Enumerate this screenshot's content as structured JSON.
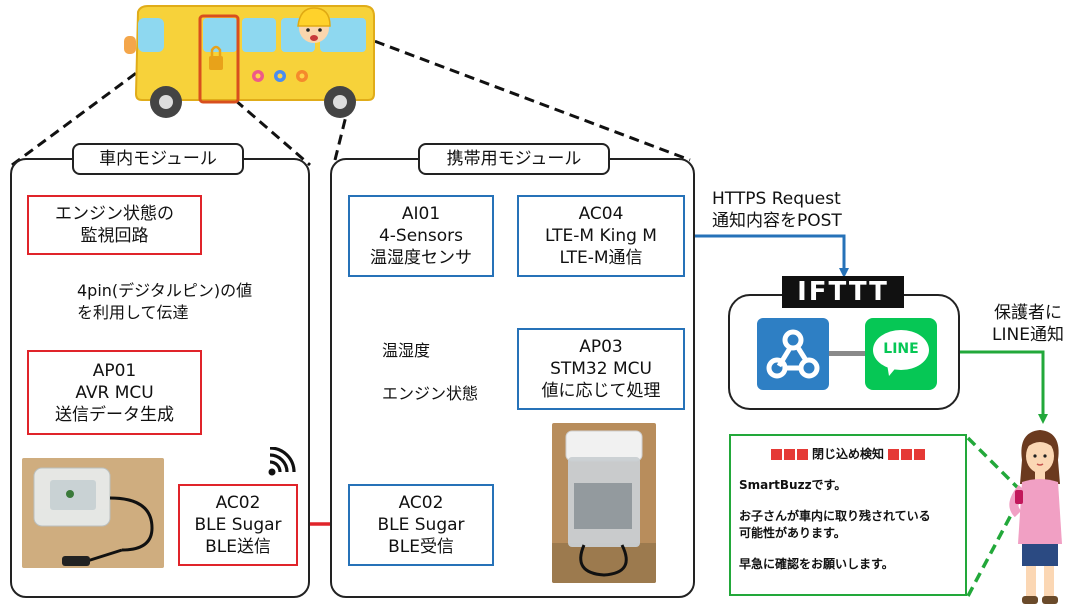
{
  "vehicle_panel": {
    "title": "車内モジュール",
    "engine_box": {
      "line1": "エンジン状態の",
      "line2": "監視回路"
    },
    "signal_label": {
      "line1": "4pin(デジタルピン)の値",
      "line2": "を利用して伝達"
    },
    "ap01": {
      "line1": "AP01",
      "line2": "AVR MCU",
      "line3": "送信データ生成"
    },
    "ac02": {
      "line1": "AC02",
      "line2": "BLE Sugar",
      "line3": "BLE送信"
    }
  },
  "portable_panel": {
    "title": "携帯用モジュール",
    "ai01": {
      "line1": "AI01",
      "line2": "4-Sensors",
      "line3": "温湿度センサ"
    },
    "ac04": {
      "line1": "AC04",
      "line2": "LTE-M King M",
      "line3": "LTE-M通信"
    },
    "ap03": {
      "line1": "AP03",
      "line2": "STM32 MCU",
      "line3": "値に応じて処理"
    },
    "ac02": {
      "line1": "AC02",
      "line2": "BLE Sugar",
      "line3": "BLE受信"
    },
    "humidity_label": "温湿度",
    "engine_label": "エンジン状態"
  },
  "https_label": {
    "line1": "HTTPS Request",
    "line2": "通知内容をPOST"
  },
  "ifttt": {
    "logo": "IFTTT",
    "line_logo": "LINE"
  },
  "guardian_label": {
    "line1": "保護者に",
    "line2": "LINE通知"
  },
  "message": {
    "header": "閉じ込め検知",
    "line1": "SmartBuzzです。",
    "line2": "お子さんが車内に取り残されている",
    "line3": "可能性があります。",
    "line4": "早急に確認をお願いします。"
  },
  "colors": {
    "red": "#e0242a",
    "blue": "#2672b8",
    "green": "#22a83a",
    "line_green": "#06c755",
    "webhook_blue": "#2e7fc4"
  },
  "icons": [
    "bus-illustration",
    "wifi-signal-icon",
    "webhooks-icon",
    "line-icon",
    "mother-with-phone-illustration"
  ]
}
